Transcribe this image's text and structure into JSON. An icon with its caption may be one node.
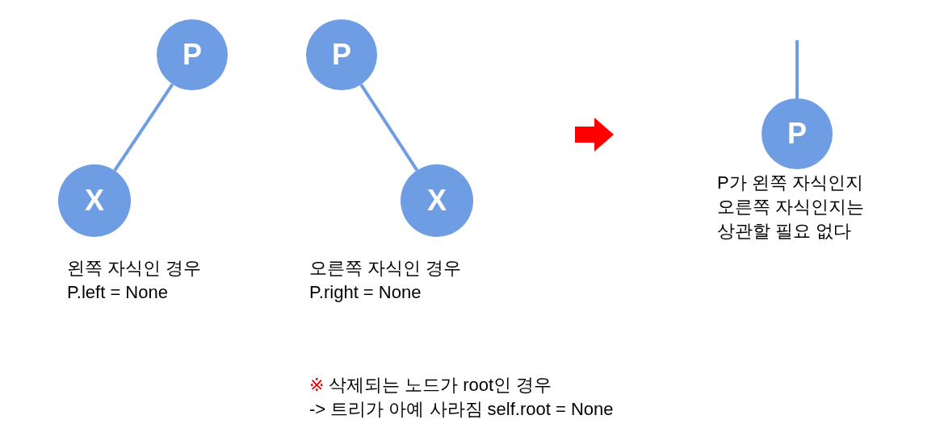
{
  "diagram": {
    "nodes": [
      {
        "text": [
          "P"
        ]
      },
      {
        "text": [
          "X"
        ]
      },
      {
        "text": [
          "P"
        ]
      },
      {
        "text": [
          "X"
        ]
      },
      {
        "text": [
          "P"
        ]
      }
    ],
    "edges": [
      {
        "from": 0,
        "to": 1,
        "arrow": "none"
      },
      {
        "from": 2,
        "to": 3,
        "arrow": "none"
      },
      {
        "from": null,
        "to": 4,
        "arrow": "none"
      }
    ],
    "labels": [
      "왼쪽 자식인 경우",
      "P.left = None",
      "오른쪽 자식인 경우",
      "P.right = None",
      "P가 왼쪽 자식인지 오른쪽 자식인지는 상관할 필요 없다",
      "※",
      "삭제되는 노드가 root인 경우",
      "-> 트리가 아예 사라짐 self.root = None"
    ]
  }
}
